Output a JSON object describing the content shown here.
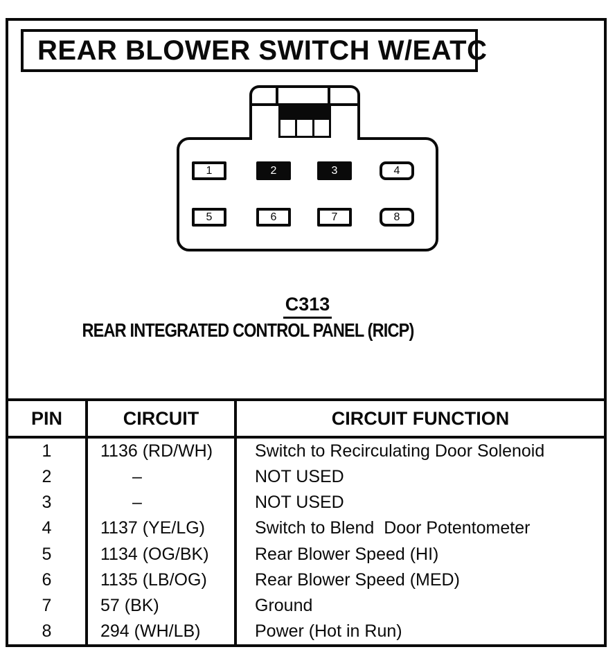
{
  "title": "REAR BLOWER SWITCH W/EATC",
  "connector": {
    "id": "C313",
    "name": "REAR INTEGRATED CONTROL PANEL (RICP)",
    "pins": [
      {
        "n": "1",
        "filled": false,
        "rounded": false
      },
      {
        "n": "2",
        "filled": true,
        "rounded": false
      },
      {
        "n": "3",
        "filled": true,
        "rounded": false
      },
      {
        "n": "4",
        "filled": false,
        "rounded": true
      },
      {
        "n": "5",
        "filled": false,
        "rounded": false
      },
      {
        "n": "6",
        "filled": false,
        "rounded": false
      },
      {
        "n": "7",
        "filled": false,
        "rounded": false
      },
      {
        "n": "8",
        "filled": false,
        "rounded": true
      }
    ]
  },
  "table": {
    "headers": [
      "PIN",
      "CIRCUIT",
      "CIRCUIT FUNCTION"
    ],
    "rows": [
      {
        "pin": "1",
        "circuit": "1136 (RD/WH)",
        "function": "Switch to Recirculating Door Solenoid"
      },
      {
        "pin": "2",
        "circuit": "–",
        "function": "NOT USED"
      },
      {
        "pin": "3",
        "circuit": "–",
        "function": "NOT USED"
      },
      {
        "pin": "4",
        "circuit": "1137 (YE/LG)",
        "function": "Switch to Blend  Door Potentometer"
      },
      {
        "pin": "5",
        "circuit": "1134 (OG/BK)",
        "function": "Rear Blower Speed (HI)"
      },
      {
        "pin": "6",
        "circuit": "1135 (LB/OG)",
        "function": "Rear Blower Speed (MED)"
      },
      {
        "pin": "7",
        "circuit": "57 (BK)",
        "function": "Ground"
      },
      {
        "pin": "8",
        "circuit": "294 (WH/LB)",
        "function": "Power (Hot in Run)"
      }
    ]
  },
  "colors": {
    "ink": "#0a0a0a",
    "paper": "#ffffff"
  }
}
